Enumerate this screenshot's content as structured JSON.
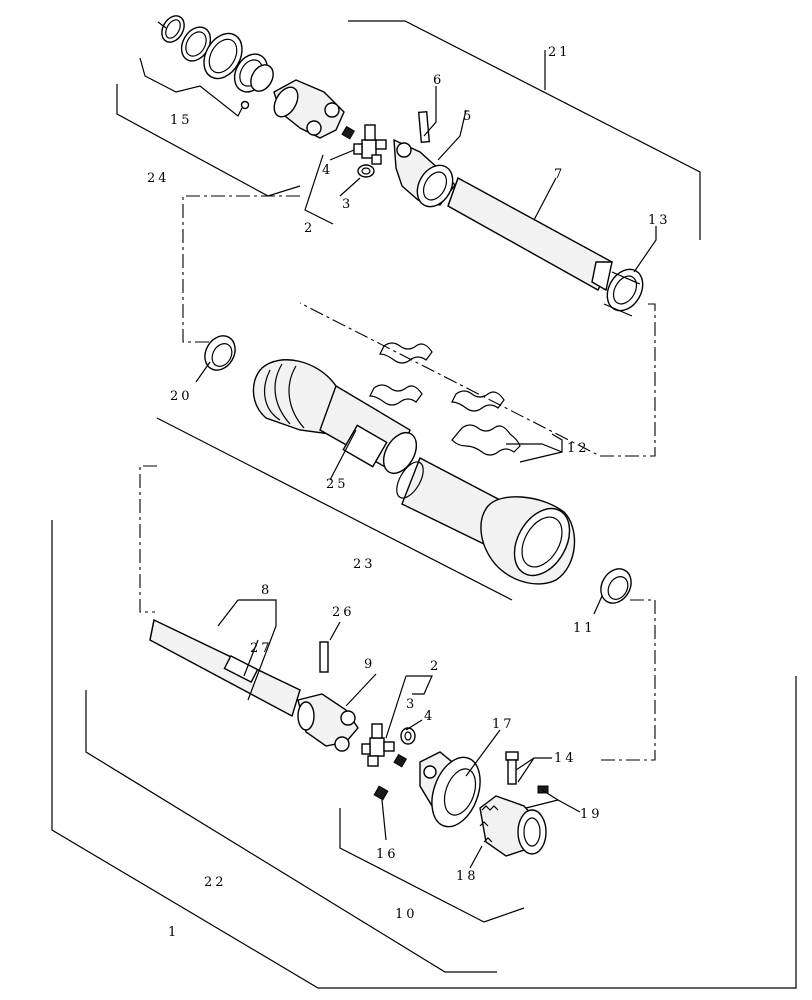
{
  "callouts": {
    "c1": "1",
    "c2a": "2",
    "c2b": "2",
    "c3a": "3",
    "c3b": "3",
    "c4a": "4",
    "c4b": "4",
    "c5": "5",
    "c6": "6",
    "c7": "7",
    "c8": "8",
    "c9": "9",
    "c10": "10",
    "c11": "11",
    "c12": "12",
    "c13": "13",
    "c14": "14",
    "c15": "15",
    "c16": "16",
    "c17": "17",
    "c18": "18",
    "c19": "19",
    "c20": "20",
    "c21": "21",
    "c22": "22",
    "c23": "23",
    "c24": "24",
    "c25": "25",
    "c26": "26",
    "c27": "27"
  }
}
